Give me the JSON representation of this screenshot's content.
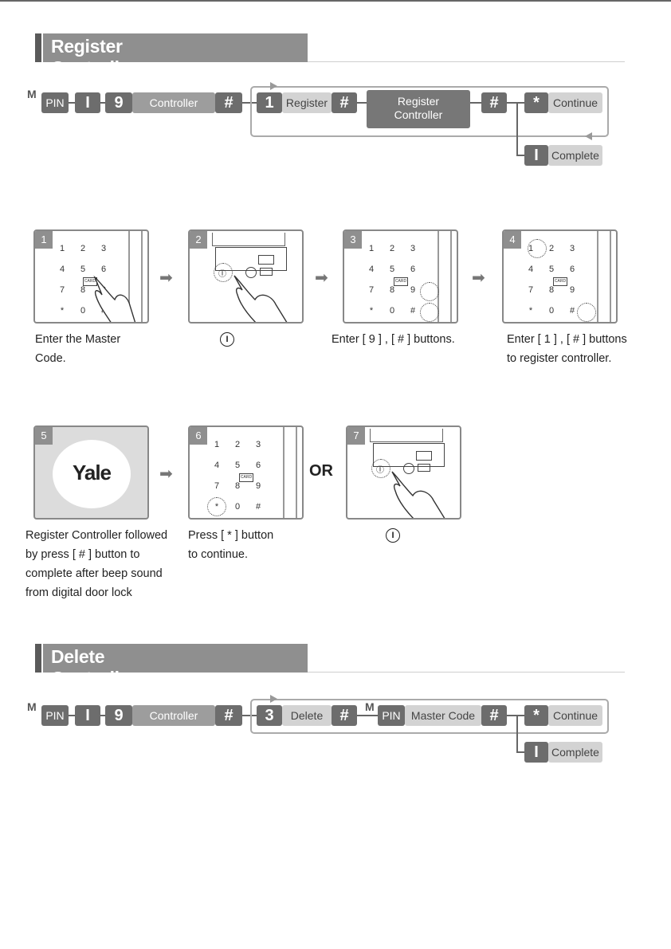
{
  "register": {
    "title": "Register Controller",
    "flow": {
      "m": "M",
      "pin": "PIN",
      "key_i": "I",
      "key_9": "9",
      "controller": "Controller",
      "hash": "#",
      "key_1": "1",
      "register": "Register",
      "register_controller_1": "Register",
      "register_controller_2": "Controller",
      "star": "*",
      "continue": "Continue",
      "complete": "Complete"
    },
    "steps": [
      {
        "num": "1",
        "caption_1": "Enter the Master",
        "caption_2": "Code."
      },
      {
        "num": "2",
        "caption_1": "I"
      },
      {
        "num": "3",
        "caption_1": "Enter [ 9 ] , [ # ] buttons."
      },
      {
        "num": "4",
        "caption_1": "Enter [ 1 ] , [ # ] buttons",
        "caption_2": "to register controller."
      },
      {
        "num": "5",
        "caption_1": "Register Controller followed",
        "caption_2": "by press [ # ] button to",
        "caption_3": "complete after beep sound",
        "caption_4": "from digital door lock",
        "logo": "Yale"
      },
      {
        "num": "6",
        "caption_1": "Press [ * ] button",
        "caption_2": "to continue."
      },
      {
        "num": "7",
        "caption_1": "I"
      }
    ],
    "or": "OR"
  },
  "delete": {
    "title": "Delete Controller",
    "flow": {
      "m": "M",
      "pin": "PIN",
      "key_i": "I",
      "key_9": "9",
      "controller": "Controller",
      "hash": "#",
      "key_3": "3",
      "delete": "Delete",
      "m2": "M",
      "pin2": "PIN",
      "master_code": "Master Code",
      "star": "*",
      "continue": "Continue",
      "complete": "Complete"
    }
  },
  "keypad": [
    "1",
    "2",
    "3",
    "4",
    "5",
    "6",
    "7",
    "8",
    "9",
    "*",
    "0",
    "#"
  ],
  "card_label": "CARD"
}
